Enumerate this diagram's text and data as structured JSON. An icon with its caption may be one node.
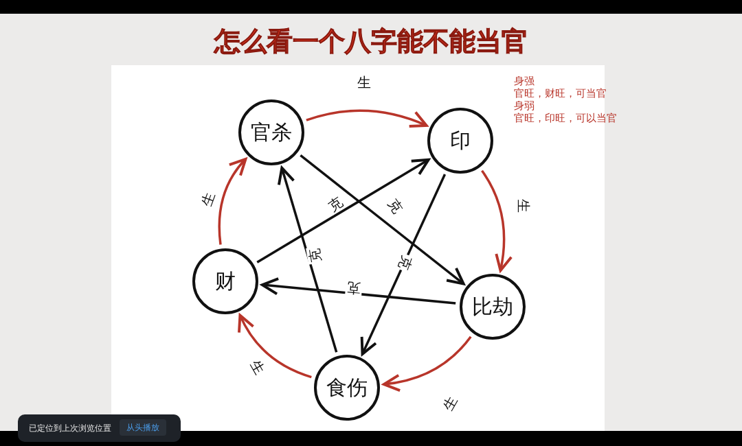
{
  "diagram": {
    "title": "怎么看一个八字能不能当官",
    "nodes": [
      {
        "text": [
          "官杀"
        ]
      },
      {
        "text": [
          "印"
        ]
      },
      {
        "text": [
          "比劫"
        ]
      },
      {
        "text": [
          "食伤"
        ]
      },
      {
        "text": [
          "财"
        ]
      }
    ],
    "edges": [
      {
        "from": 0,
        "to": 1,
        "arrow": "to",
        "label": "生",
        "color": "#b8352a"
      },
      {
        "from": 1,
        "to": 2,
        "arrow": "to",
        "label": "生",
        "color": "#b8352a"
      },
      {
        "from": 2,
        "to": 3,
        "arrow": "to",
        "label": "生",
        "color": "#b8352a"
      },
      {
        "from": 3,
        "to": 4,
        "arrow": "to",
        "label": "生",
        "color": "#b8352a"
      },
      {
        "from": 4,
        "to": 0,
        "arrow": "to",
        "label": "生",
        "color": "#b8352a"
      },
      {
        "from": 0,
        "to": 2,
        "arrow": "to",
        "label": "克",
        "color": "#111111"
      },
      {
        "from": 2,
        "to": 4,
        "arrow": "to",
        "label": "克",
        "color": "#111111"
      },
      {
        "from": 4,
        "to": 1,
        "arrow": "to",
        "label": "克",
        "color": "#111111"
      },
      {
        "from": 1,
        "to": 3,
        "arrow": "to",
        "label": "克",
        "color": "#111111"
      },
      {
        "from": 3,
        "to": 0,
        "arrow": "to",
        "label": "克",
        "color": "#111111"
      }
    ],
    "labels": [
      "身强",
      "官旺，财旺，可当官",
      "身弱",
      "官旺，印旺，可以当官",
      "已定位到上次浏览位置",
      "从头播放"
    ]
  }
}
